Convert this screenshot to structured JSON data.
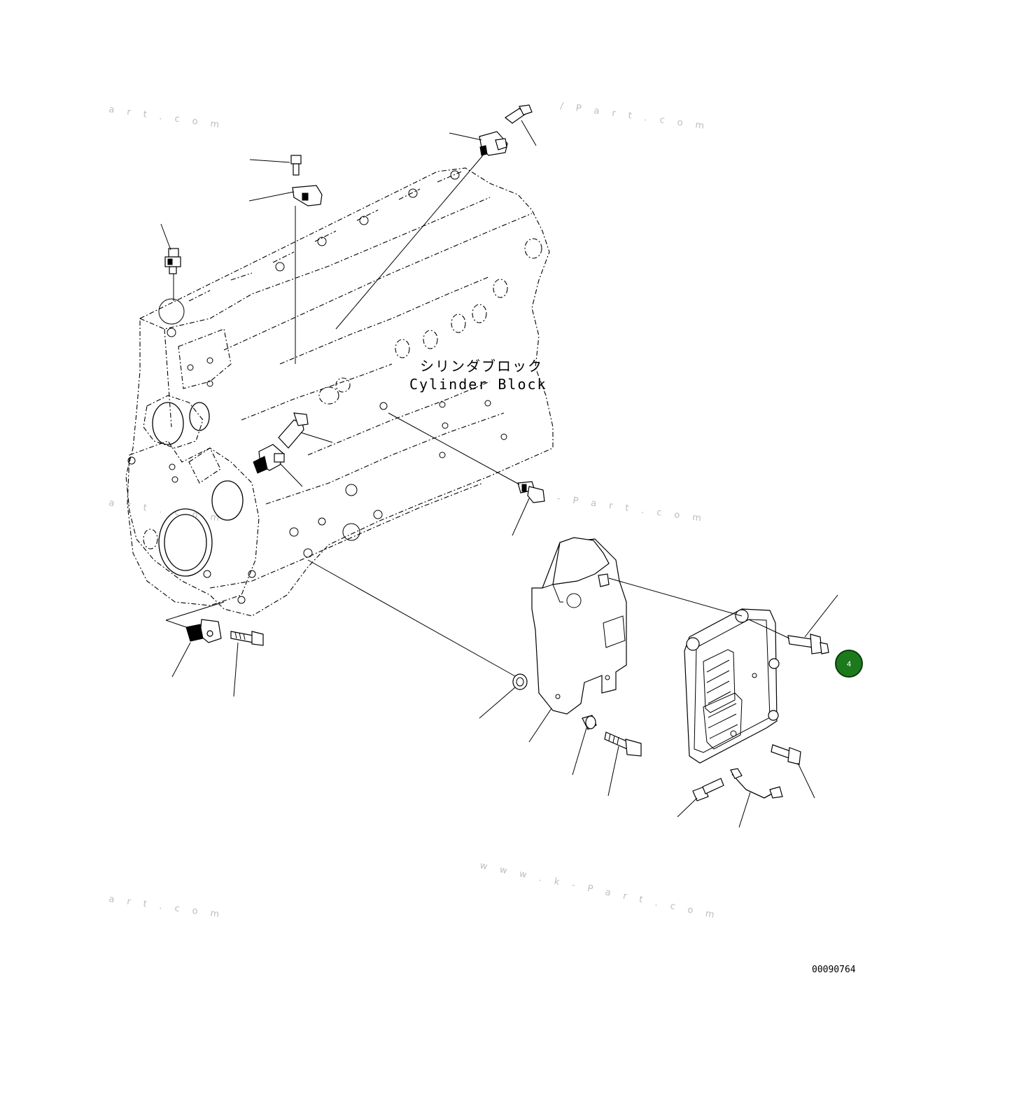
{
  "diagram": {
    "label_jp": "シリンダブロック",
    "label_en": "Cylinder Block",
    "drawing_code": "00090764",
    "callout": {
      "number": "4",
      "color": "#1c7a1c"
    },
    "watermarks": [
      "a r t . c o m",
      "/ P a r t . c o m",
      "a r t . c o m",
      "k - P a r t . c o m",
      "w w w . k - P a r t . c o m",
      "a r t . c o m"
    ]
  }
}
